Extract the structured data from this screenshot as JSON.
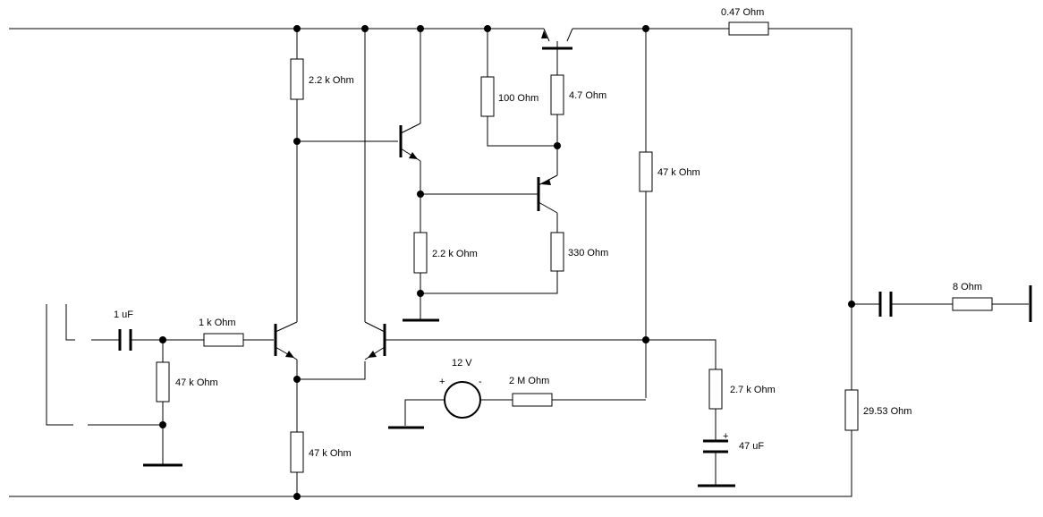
{
  "labels": {
    "r_out": "0.47  Ohm",
    "r_top": "2.2 k Ohm",
    "r_100": "100  Ohm",
    "r_47": "4.7  Ohm",
    "r_fb": "47 k Ohm",
    "r_mid": "2.2 k Ohm",
    "r_330": "330  Ohm",
    "r_load": "8  Ohm",
    "c_in": "1 uF",
    "r_in": "1 k Ohm",
    "r_bias": "47 k Ohm",
    "v_src": "12 V",
    "src_plus": "+",
    "src_minus": "-",
    "r_2m": "2 M Ohm",
    "r_27": "2.7 k Ohm",
    "c_47": "47 uF",
    "cap_plus": "+",
    "r_tail": "47 k Ohm",
    "r_2953": "29.53  Ohm"
  }
}
